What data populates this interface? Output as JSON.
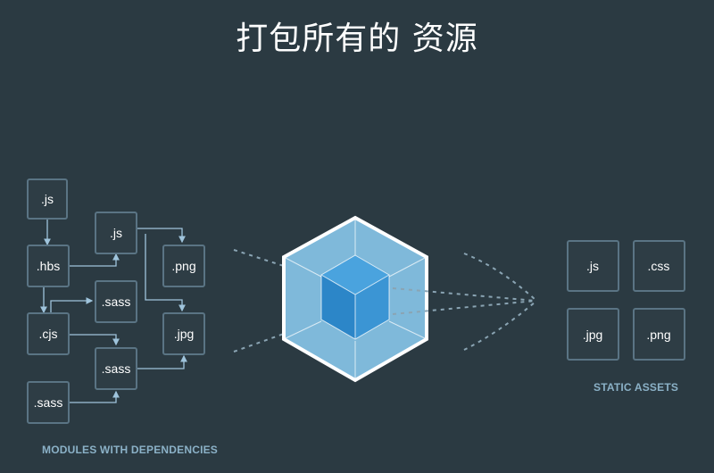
{
  "title": "打包所有的 资源",
  "modules": {
    "caption": "MODULES WITH DEPENDENCIES",
    "items": [
      ".js",
      ".hbs",
      ".cjs",
      ".sass",
      ".js",
      ".png",
      ".sass",
      ".jpg",
      ".sass"
    ]
  },
  "assets": {
    "caption": "STATIC ASSETS",
    "items": [
      ".js",
      ".css",
      ".jpg",
      ".png"
    ]
  },
  "colors": {
    "background": "#2b3a42",
    "box_border": "#5a7484",
    "arrow": "#9fc4dc",
    "cube_outer": "#8ed0f5",
    "cube_inner": "#1c78c0",
    "caption": "#8bb1c7"
  }
}
